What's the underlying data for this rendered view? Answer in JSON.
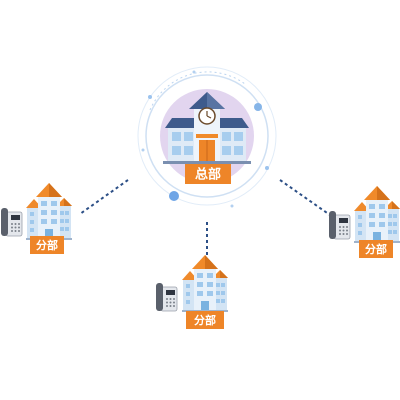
{
  "headquarters": {
    "label": "总部",
    "icon": "school-building-icon"
  },
  "branches": [
    {
      "label": "分部",
      "icons": [
        "office-building-icon",
        "desk-phone-icon"
      ]
    },
    {
      "label": "分部",
      "icons": [
        "office-building-icon",
        "desk-phone-icon"
      ]
    },
    {
      "label": "分部",
      "icons": [
        "office-building-icon",
        "desk-phone-icon"
      ]
    }
  ],
  "colors": {
    "accent": "#ee8528",
    "link_line": "#2c4f86",
    "hub_circle": "#e2d5ef",
    "ring": "#cfe0f3",
    "building_wall": "#dfeaf6",
    "roof": "#3e5b8c",
    "window": "#a7cdee"
  }
}
